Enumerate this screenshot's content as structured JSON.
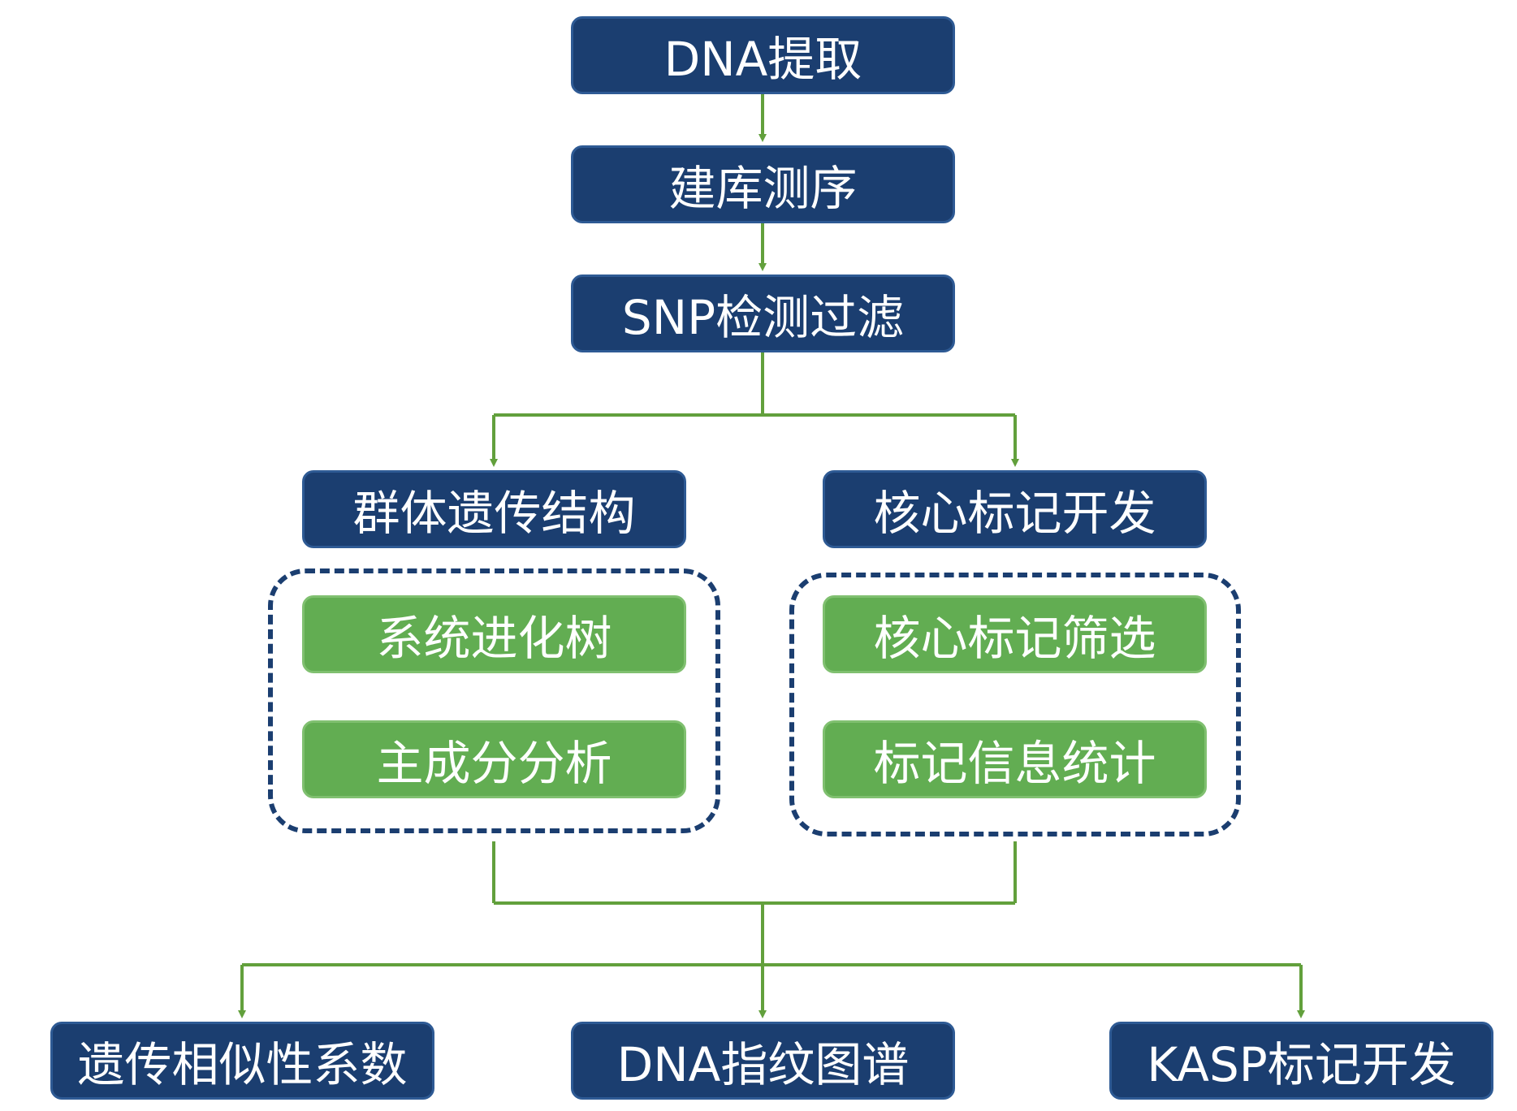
{
  "colors": {
    "node_blue": "#1b3e70",
    "node_green": "#62ad52",
    "arrow": "#62a03c",
    "dashed_border": "#1b3e70"
  },
  "nodes": {
    "dna_extraction": "DNA提取",
    "library_sequencing": "建库测序",
    "snp_filtering": "SNP检测过滤",
    "population_structure": "群体遗传结构",
    "core_marker_dev": "核心标记开发",
    "phylo_tree": "系统进化树",
    "pca": "主成分分析",
    "core_marker_screen": "核心标记筛选",
    "marker_stats": "标记信息统计",
    "genetic_similarity": "遗传相似性系数",
    "dna_fingerprint": "DNA指纹图谱",
    "kasp_marker_dev": "KASP标记开发"
  }
}
